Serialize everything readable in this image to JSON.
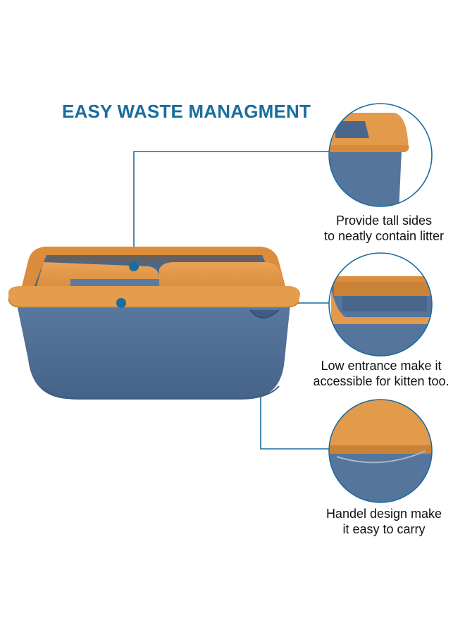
{
  "headline": "EASY WASTE MANAGMENT",
  "features": [
    {
      "line1": "Provide tall sides",
      "line2": "to neatly contain litter",
      "icon": "tall-sides-detail"
    },
    {
      "line1": "Low entrance make it",
      "line2": "accessible for kitten too.",
      "icon": "low-entrance-detail"
    },
    {
      "line1": "Handel design make",
      "line2": "it easy to carry",
      "icon": "handle-detail"
    }
  ],
  "colors": {
    "accent": "#1a6d9e",
    "rim_orange": "#e39a4a",
    "tray_blue": "#4f6f96"
  }
}
